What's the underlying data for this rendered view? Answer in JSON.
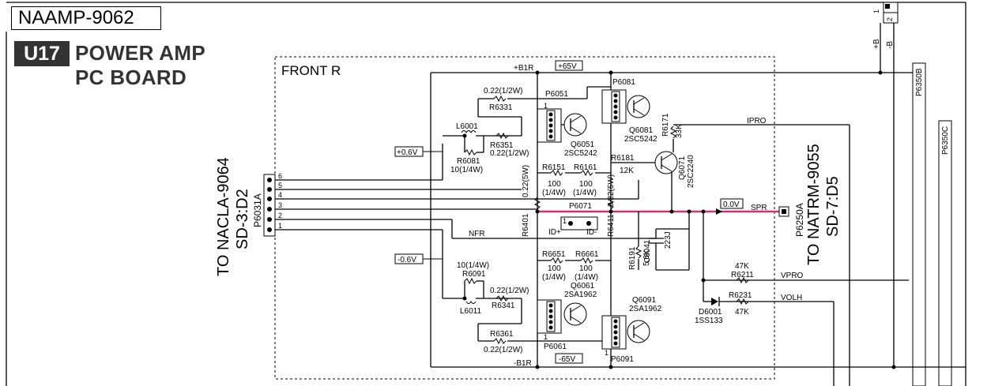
{
  "header": {
    "model": "NAAMP-9062",
    "badge": "U17",
    "title_line1": "POWER AMP",
    "title_line2": "PC BOARD"
  },
  "section": {
    "label": "FRONT R"
  },
  "connectors": {
    "left_to": "TO NACLA-9064",
    "left_ref": "SD-3:D2",
    "left_name": "P6031A",
    "left_pins": [
      "6",
      "5",
      "4",
      "3",
      "2",
      "1"
    ],
    "right_to": "TO NATRM-9055",
    "right_ref": "SD-7:D5",
    "right_name": "P6250A",
    "top_pins": [
      "1",
      "2"
    ],
    "top_pin_labels": [
      "+B",
      "-B"
    ],
    "p6350b": "P6350B",
    "p6350c": "P6350C"
  },
  "voltages": {
    "pos65": "+65V",
    "neg65": "-65V",
    "pos06": "+0.6V",
    "neg06": "-0.6V",
    "v00": "0.0V"
  },
  "nets": {
    "b1r_pos": "+B1R",
    "b1r_neg": "-B1R",
    "nfr": "NFR",
    "ipro": "IPRO",
    "spr": "SPR",
    "vpro": "VPRO",
    "volh": "VOLH",
    "idp": "ID+",
    "idm": "ID-"
  },
  "components": {
    "r6331": "R6331",
    "r6331v": "0.22(1/2W)",
    "p6051": "P6051",
    "p6081": "P6081",
    "q6081": "Q6081",
    "q6081t": "2SC5242",
    "q6051": "Q6051",
    "q6051t": "2SC5242",
    "l6001": "L6001",
    "r6351": "R6351",
    "r6351v": "0.22(1/2W)",
    "r6081": "R6081",
    "r6081v": "10(1/4W)",
    "r6171": "R6171",
    "r6171v": "33K",
    "r6181": "R6181",
    "r6181v": "12K",
    "q6071": "Q6071",
    "q6071t": "2SC2240",
    "r6151": "R6151",
    "r6151v": "100",
    "r6151w": "(1/4W)",
    "r6161": "R6161",
    "r6161v": "100",
    "r6161w": "(1/4W)",
    "r6401": "R6401",
    "r6401v": "0.22(5W)",
    "p6071": "P6071",
    "r6411": "R6411",
    "r6411v": "0.22(5W)",
    "c6041": "C6041",
    "c6041v": "223J",
    "r6191": "R6191",
    "r6191v": "5.6K",
    "r6651": "R6651",
    "r6651v": "100",
    "r6651w": "(1/4W)",
    "r6661": "R6661",
    "r6661v": "100",
    "r6661w": "(1/4W)",
    "r6091": "R6091",
    "r6091v": "10(1/4W)",
    "r6341": "R6341",
    "r6341v": "0.22(1/2W)",
    "l6011": "L6011",
    "q6061": "Q6061",
    "q6061t": "2SA1962",
    "q6091": "Q6091",
    "q6091t": "2SA1962",
    "r6361": "R6361",
    "r6361v": "0.22(1/2W)",
    "p6061": "P6061",
    "p6091": "P6091",
    "r6211": "R6211",
    "r6211v": "47K",
    "r6231": "R6231",
    "r6231v": "47K",
    "d6001": "D6001",
    "d6001t": "1SS133",
    "pin1": "1"
  },
  "colors": {
    "spr_line": "#cc3377",
    "badge_bg": "#333333"
  }
}
